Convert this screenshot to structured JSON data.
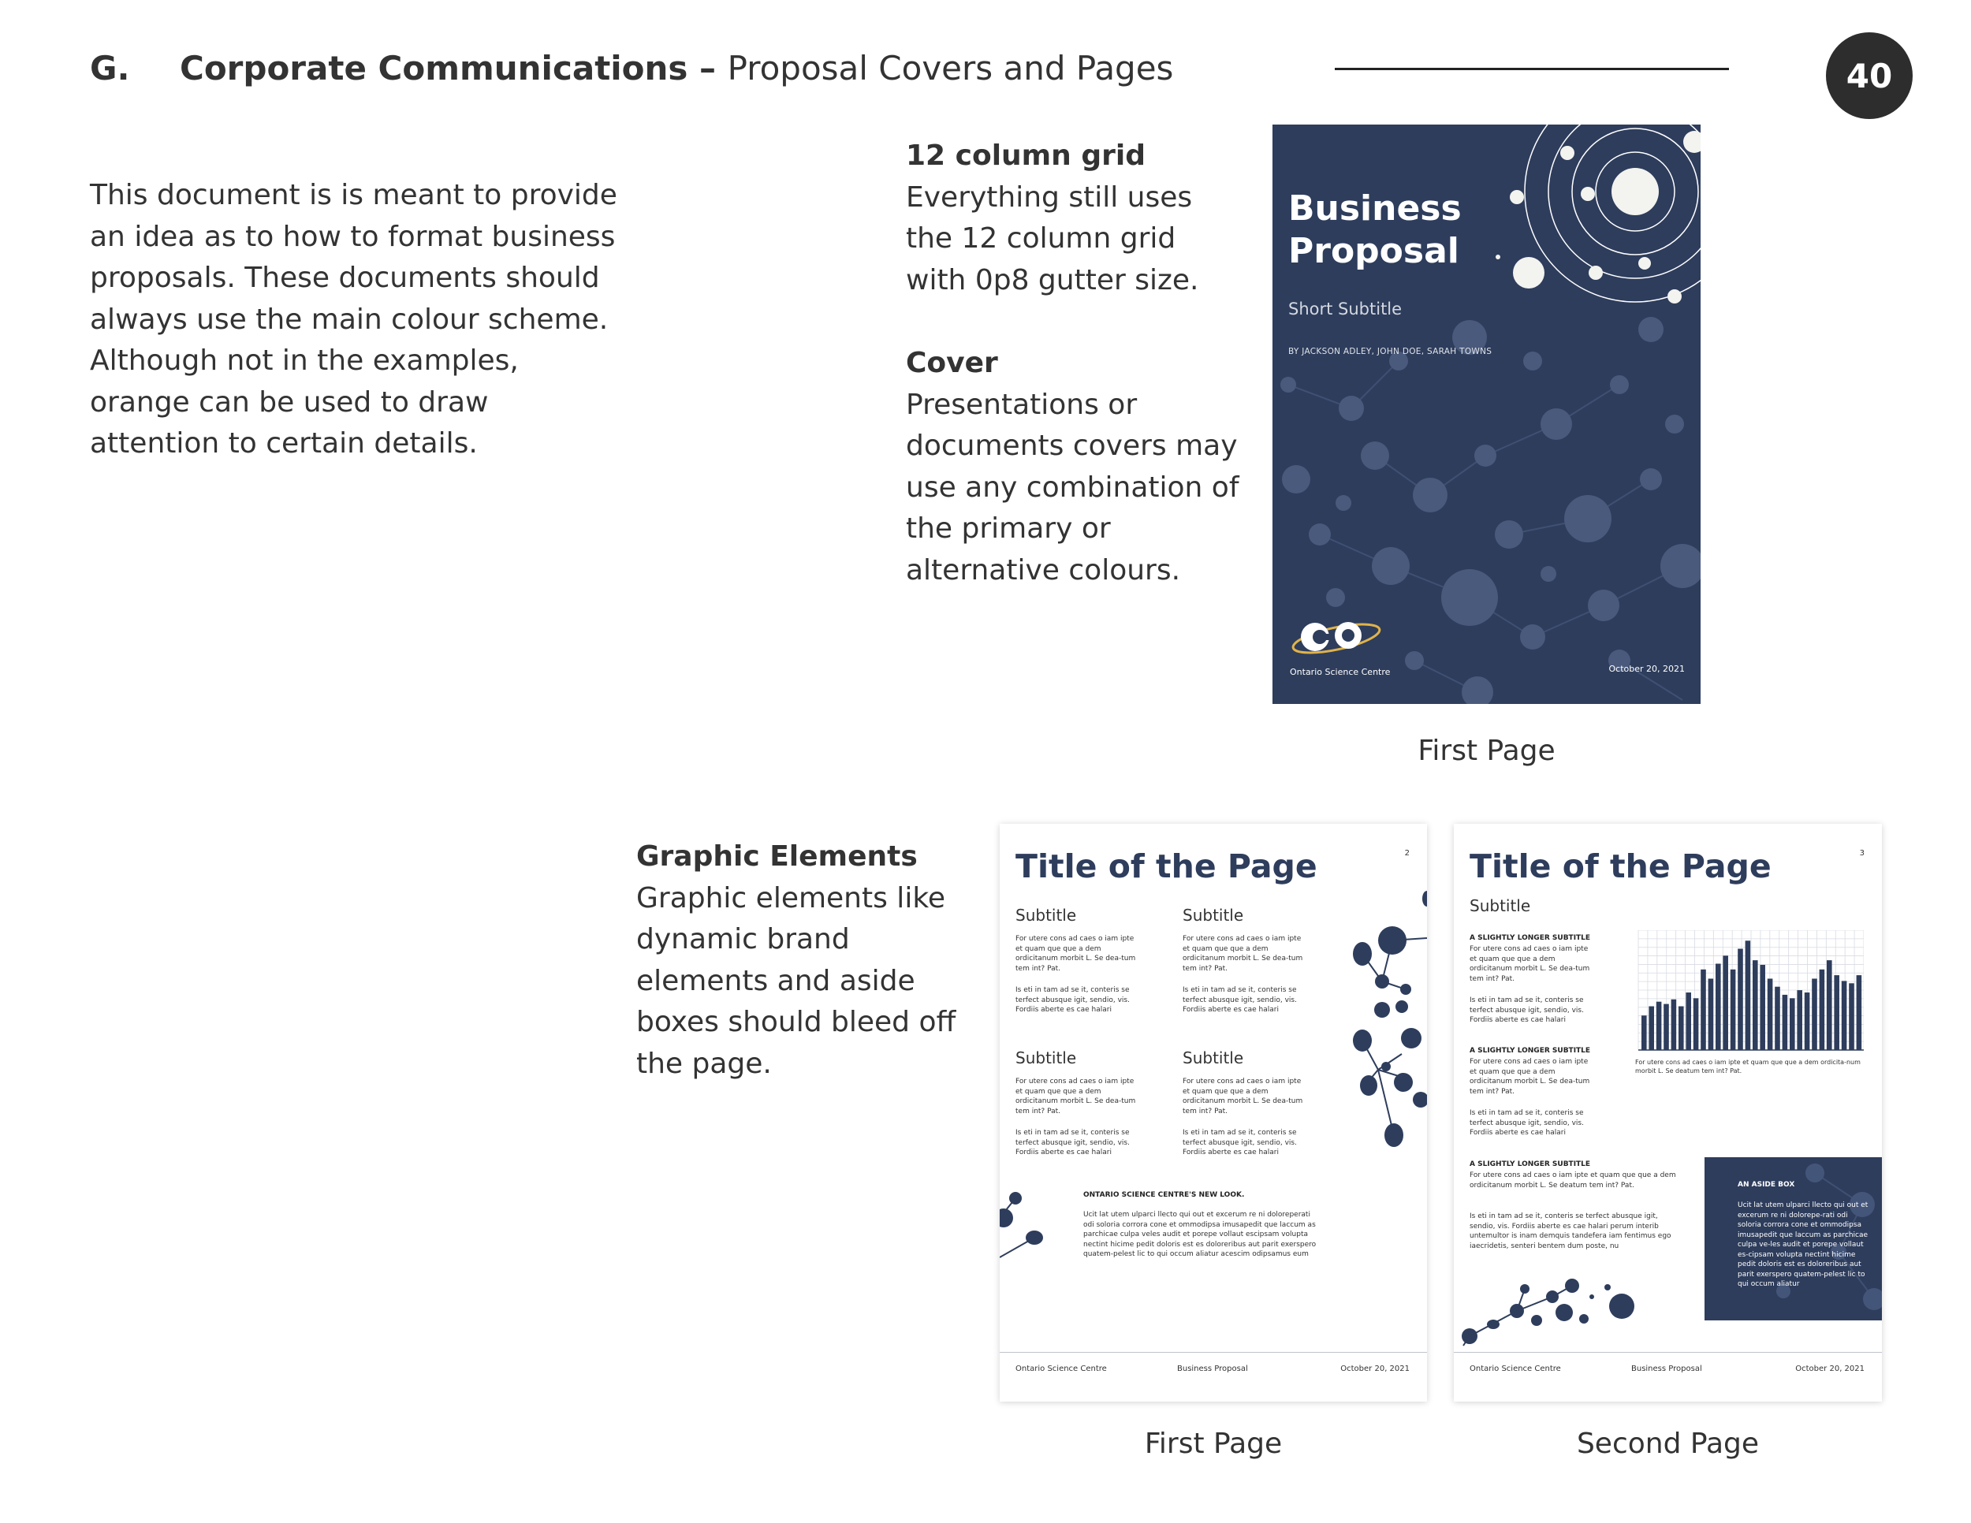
{
  "header": {
    "section_letter": "G.",
    "title_bold": "Corporate Communications",
    "title_sep": " – ",
    "title_light": "Proposal Covers and Pages",
    "page_number": "40"
  },
  "intro": "This document is is meant to provide an idea as to how to format business proposals. These documents should always use the main colour scheme. Although not in the examples, orange can be used to draw attention to certain details.",
  "sections": {
    "grid": {
      "heading": "12 column grid",
      "text": "Everything still uses the 12 column grid with 0p8 gutter size."
    },
    "cover": {
      "heading": "Cover",
      "text": "Presentations or documents covers may use any combination of the primary or alternative colours."
    },
    "graphic": {
      "heading": "Graphic Elements",
      "text": "Graphic elements like dynamic brand elements and aside boxes should bleed off the page."
    }
  },
  "cover": {
    "title": "Business Proposal",
    "subtitle": "Short Subtitle",
    "authors": "BY JACKSON ADLEY, JOHN DOE, SARAH TOWNS",
    "org": "Ontario Science Centre",
    "date": "October 20, 2021",
    "caption": "First Page"
  },
  "page1": {
    "title": "Title of the Page",
    "number": "2",
    "subtitle": "Subtitle",
    "para_a": "For utere cons ad caes o iam ipte et quam que que a dem ordicitanum morbit L. Se dea-tum tem int? Pat.",
    "para_b": "Is eti in tam ad se it, conteris se terfect abusque igit, sendio, vis. Fordiis aberte es cae halari",
    "feature_heading": "ONTARIO SCIENCE CENTRE'S NEW LOOK.",
    "feature_text": "Ucit lat utem ulparci llecto qui out et excerum re ni doloreperati odi soloria corrora cone et ommodipsa imusapedit que laccum as parchicae culpa veles audit et porepe vollaut escipsam volupta nectint hicime pedit doloris est es doloreribus aut parit exerspero quatem-pelest lic to qui occum aliatur acescim odipsamus eum",
    "footer_org": "Ontario Science Centre",
    "footer_doc": "Business Proposal",
    "footer_date": "October 20, 2021",
    "caption": "First Page"
  },
  "page2": {
    "title": "Title of the Page",
    "number": "3",
    "subtitle": "Subtitle",
    "longer_subtitle": "A SLIGHTLY LONGER SUBTITLE",
    "para_a": "For utere cons ad caes o iam ipte et quam que que a dem ordicitanum morbit L. Se dea-tum tem int? Pat.",
    "para_b": "Is eti in tam ad se it, conteris se terfect abusque igit, sendio, vis. Fordiis aberte es cae halari",
    "para_c": "For utere cons ad caes o iam ipte et quam que que a dem ordicitanum morbit L. Se deatum tem int? Pat.",
    "para_d": "Is eti in tam ad se it, conteris se terfect abusque igit, sendio, vis. Fordiis aberte es cae halari perum interib untemultor is inam demquis tandefera iam fentimus ego iaecridetis, senteri bentem dum poste, nu",
    "chart_caption": "For utere cons ad caes o iam ipte et quam que que a dem ordicita-num morbit L. Se deatum tem int? Pat.",
    "aside_title": "AN ASIDE BOX",
    "aside_text": "Ucit lat utem ulparci llecto qui out et excerum re ni dolorepe-rati odi soloria corrora cone et ommodipsa imusapedit que laccum as parchicae culpa ve-les audit et porepe vollaut es-cipsam volupta nectint hicime pedit doloris est es doloreribus aut parit exerspero quatem-pelest lic to qui occum aliatur",
    "bar_values": [
      0.3,
      0.38,
      0.42,
      0.4,
      0.44,
      0.38,
      0.5,
      0.45,
      0.7,
      0.62,
      0.75,
      0.82,
      0.7,
      0.88,
      0.95,
      0.78,
      0.74,
      0.62,
      0.55,
      0.48,
      0.45,
      0.52,
      0.5,
      0.62,
      0.7,
      0.78,
      0.65,
      0.6,
      0.58,
      0.65
    ],
    "footer_org": "Ontario Science Centre",
    "footer_doc": "Business Proposal",
    "footer_date": "October 20, 2021",
    "caption": "Second Page"
  },
  "colors": {
    "navy": "#2e3d5c",
    "text": "#333333",
    "gold": "#e0b34a"
  }
}
